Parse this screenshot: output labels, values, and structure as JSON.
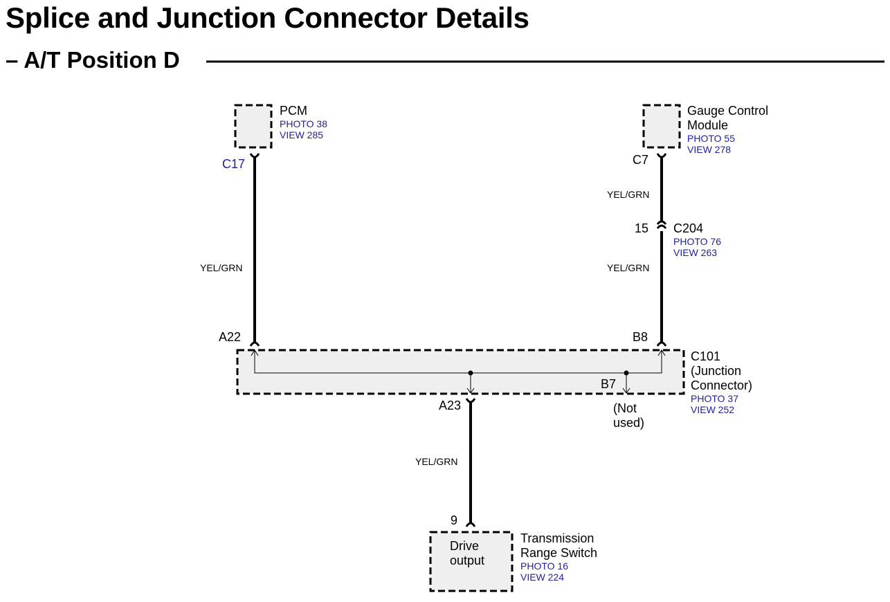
{
  "page_title": "Splice and Junction Connector Details",
  "section_title": "– A/T Position D",
  "components": {
    "pcm": {
      "name": "PCM",
      "photo": "PHOTO 38",
      "view": "VIEW 285",
      "pin": "C17"
    },
    "gauge": {
      "name_line1": "Gauge Control",
      "name_line2": "Module",
      "photo": "PHOTO 55",
      "view": "VIEW 278",
      "pin": "C7"
    },
    "c204": {
      "name": "C204",
      "pin": "15",
      "photo": "PHOTO 76",
      "view": "VIEW 263"
    },
    "c101": {
      "name_line1": "C101",
      "name_line2": "(Junction",
      "name_line3": "Connector)",
      "photo": "PHOTO 37",
      "view": "VIEW 252",
      "pin_a22": "A22",
      "pin_b8": "B8",
      "pin_b7": "B7",
      "pin_a23": "A23",
      "not_used_line1": "(Not",
      "not_used_line2": "used)"
    },
    "trs": {
      "name_line1": "Transmission",
      "name_line2": "Range Switch",
      "photo": "PHOTO 16",
      "view": "VIEW 224",
      "pin": "9",
      "inner_line1": "Drive",
      "inner_line2": "output"
    }
  },
  "wires": {
    "pcm_to_c101": "YEL/GRN",
    "gauge_to_c204": "YEL/GRN",
    "c204_to_c101": "YEL/GRN",
    "c101_to_trs": "YEL/GRN"
  },
  "colors": {
    "reference_text": "#1f1f9e",
    "box_fill": "#efefef"
  }
}
